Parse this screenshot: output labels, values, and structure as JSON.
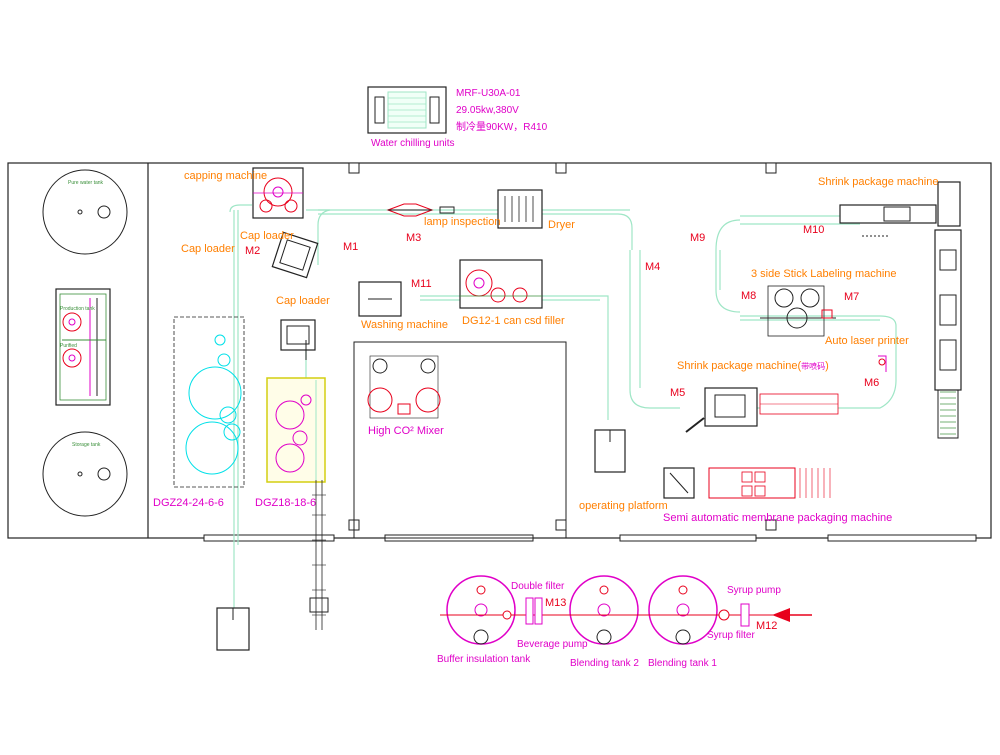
{
  "chiller": {
    "model": "MRF-U30A-01",
    "power": "29.05kw,380V",
    "spec": "制冷量90KW，R410",
    "name": "Water chilling units"
  },
  "tanks_left": {
    "top": "Pure water tank",
    "bottom": "Storage tank",
    "middle_a": "Production tank",
    "middle_b": "Purified"
  },
  "labels": {
    "capping_machine": "capping machine",
    "cap_loader_1": "Cap loader",
    "cap_loader_2": "Cap loader",
    "cap_loader_3": "Cap loader",
    "lamp_inspection": "lamp inspection",
    "dryer": "Dryer",
    "washing_machine": "Washing machine",
    "filler": "DG12-1 can csd filler",
    "mixer": "High CO² Mixer",
    "dgz24": "DGZ24-24-6-6",
    "dgz18": "DGZ18-18-6",
    "operating_platform": "operating platform",
    "semi_auto": "Semi automatic membrane packaging machine",
    "shrink_top": "Shrink package machine",
    "shrink_mid": "Shrink package machine(",
    "shrink_mid_cn": "带喷码",
    "shrink_mid_end": ")",
    "labeling": "3 side Stick Labeling machine",
    "laser": "Auto laser printer",
    "double_filter": "Double filter",
    "syrup_pump": "Syrup pump",
    "beverage_pump": "Beverage pump",
    "syrup_filter": "Syrup filter",
    "buffer_tank": "Buffer insulation tank",
    "blending_2": "Blending tank 2",
    "blending_1": "Blending tank 1"
  },
  "markers": {
    "m1": "M1",
    "m2": "M2",
    "m3": "M3",
    "m4": "M4",
    "m5": "M5",
    "m6": "M6",
    "m7": "M7",
    "m8": "M8",
    "m9": "M9",
    "m10": "M10",
    "m11": "M11",
    "m12": "M12",
    "m13": "M13"
  },
  "colors": {
    "outline": "#222222",
    "conveyor": "#9fe6c6",
    "orange_label": "#ff7f00",
    "red_label": "#e8001c",
    "magenta": "#e000c8",
    "cyan": "#00e0e8"
  }
}
